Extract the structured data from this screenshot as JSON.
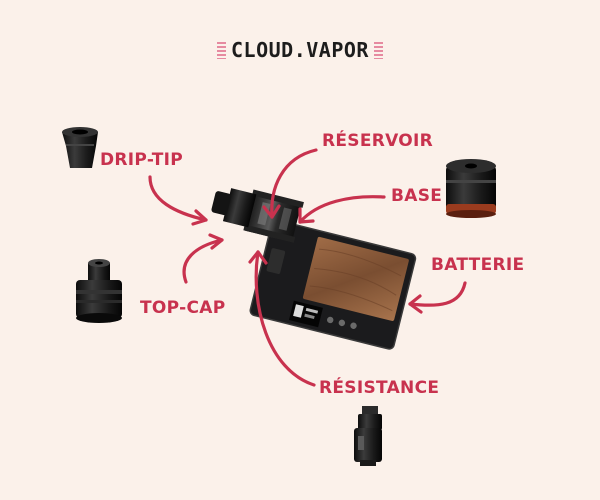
{
  "brand": {
    "name": "CLOUD.VAPOR"
  },
  "labels": {
    "drip_tip": "DRIP-TIP",
    "reservoir": "RÉSERVOIR",
    "base": "BASE",
    "battery": "BATTERIE",
    "top_cap": "TOP-CAP",
    "resistance": "RÉSISTANCE"
  },
  "colors": {
    "background": "#fbf1ea",
    "accent": "#c8324e",
    "brand_stripes": "#e68aa0",
    "device_body": "#1b1b1d",
    "wood_panel": "#8a5a3a",
    "screen": "#050505"
  },
  "icons": [
    "drip-tip-icon",
    "base-icon",
    "top-cap-icon",
    "resistance-icon",
    "vape-device-icon"
  ]
}
